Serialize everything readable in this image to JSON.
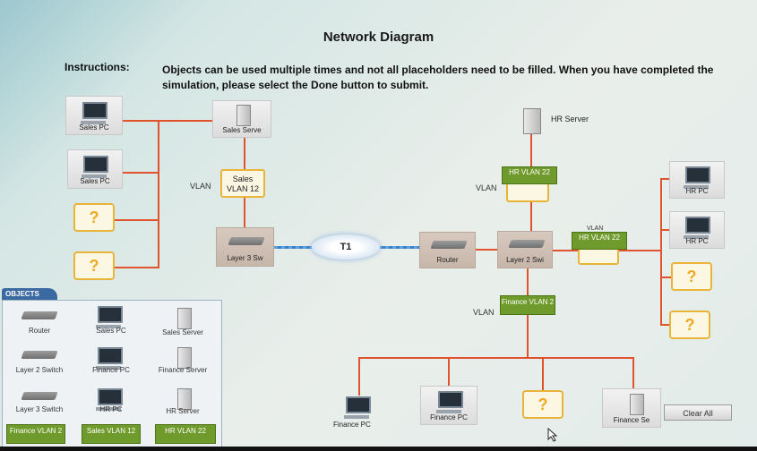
{
  "title": "Network Diagram",
  "instructions_label": "Instructions:",
  "instructions_text": "Objects can be used multiple times and not all placeholders need to be filled. When you have completed the simulation, please select the Done button to submit.",
  "diagram": {
    "sales_pc_1": "Sales PC",
    "sales_pc_2": "Sales PC",
    "sales_server": "Sales Serve",
    "sales_vlan_prefix": "VLAN",
    "sales_vlan": "Sales VLAN 12",
    "layer3_switch": "Layer 3 Sw",
    "t1": "T1",
    "router": "Router",
    "layer2_switch": "Layer 2 Swi",
    "hr_server": "HR Server",
    "hr_vlan_top_prefix": "VLAN",
    "hr_vlan_top": "HR VLAN 22",
    "hr_vlan_right_prefix": "VLAN",
    "hr_vlan_right": "HR VLAN 22",
    "finance_vlan_prefix": "VLAN",
    "finance_vlan": "Finance VLAN 2",
    "hr_pc_1": "HR PC",
    "hr_pc_2": "HR PC",
    "finance_pc_1": "Finance PC",
    "finance_pc_2": "Finance PC",
    "finance_server": "Finance Se",
    "placeholder": "?"
  },
  "objects_panel": {
    "tab": "OBJECTS",
    "items": [
      "Router",
      "Sales PC",
      "Sales Server",
      "Layer 2 Switch",
      "Finance PC",
      "Finance Server",
      "Layer 3 Switch",
      "HR PC",
      "HR Server"
    ],
    "vlans": [
      "Finance VLAN 2",
      "Sales VLAN 12",
      "HR VLAN 22"
    ]
  },
  "clear_all": "Clear All",
  "colors": {
    "wire": "#e0532c",
    "placeholder_border": "#e8b43a",
    "vlan_tag": "#6f9a2c",
    "objects_tab": "#3b6aa3"
  }
}
